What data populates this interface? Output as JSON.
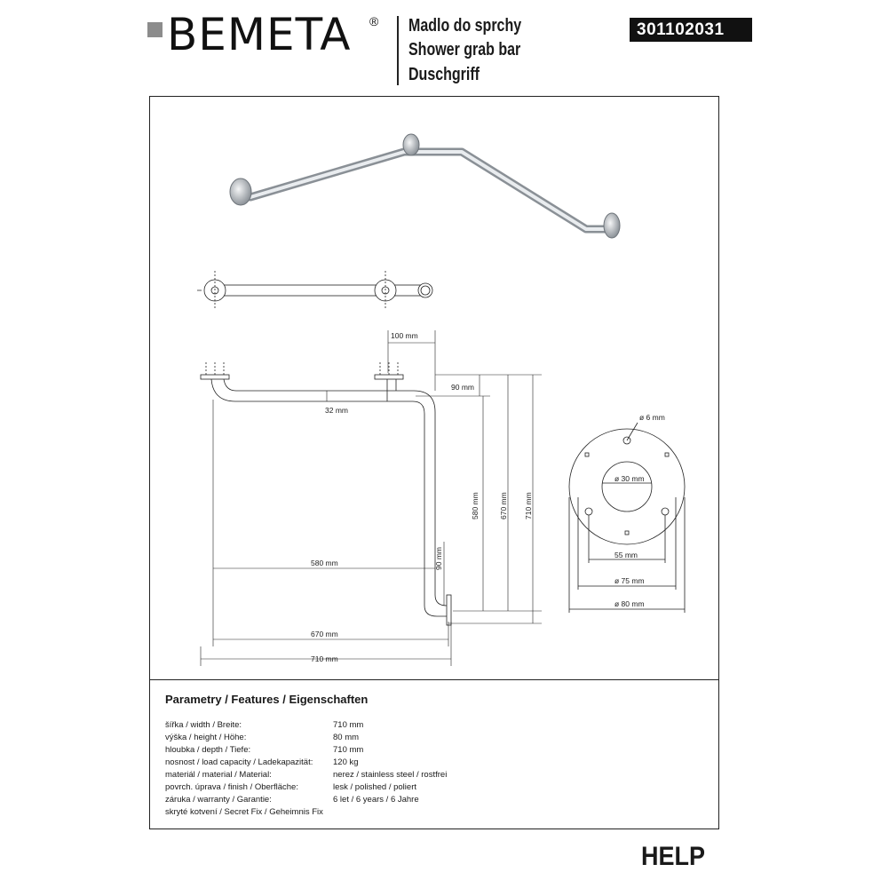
{
  "brand": {
    "name": "BEMETA",
    "registered": "®"
  },
  "product": {
    "titles": [
      "Madlo do sprchy",
      "Shower grab bar",
      "Duschgriff"
    ],
    "code": "301102031"
  },
  "dimensions": {
    "top_offset": "100 mm",
    "upper_depth": "90 mm",
    "tube_diameter": "32 mm",
    "height_580": "580 mm",
    "height_670": "670 mm",
    "height_710": "710 mm",
    "lower_depth": "90 mm",
    "width_580": "580 mm",
    "width_670": "670 mm",
    "width_710": "710 mm",
    "hole_diameter": "ø 6 mm",
    "center_diameter": "ø 30 mm",
    "hole_spacing": "55 mm",
    "rosette_inner": "ø 75 mm",
    "rosette_outer": "ø 80 mm"
  },
  "features": {
    "title": "Parametry / Features / Eigenschaften",
    "rows": [
      {
        "label": "šířka / width / Breite:",
        "value": "710 mm"
      },
      {
        "label": "výška / height / Höhe:",
        "value": "80 mm"
      },
      {
        "label": "hloubka / depth / Tiefe:",
        "value": "710 mm"
      },
      {
        "label": "nosnost / load capacity / Ladekapazität:",
        "value": "120 kg"
      },
      {
        "label": "materiál / material / Material:",
        "value": "nerez / stainless steel / rostfrei"
      },
      {
        "label": "povrch. úprava / finish / Oberfläche:",
        "value": "lesk / polished / poliert"
      },
      {
        "label": "záruka / warranty / Garantie:",
        "value": "6 let / 6 years / 6 Jahre"
      },
      {
        "label": "skryté kotvení / Secret Fix / Geheimnis Fix",
        "value": ""
      }
    ]
  },
  "series_label": "HELP",
  "colors": {
    "ink": "#111111",
    "logo_square": "#8c8c8c",
    "steel": "#b9bec4"
  }
}
